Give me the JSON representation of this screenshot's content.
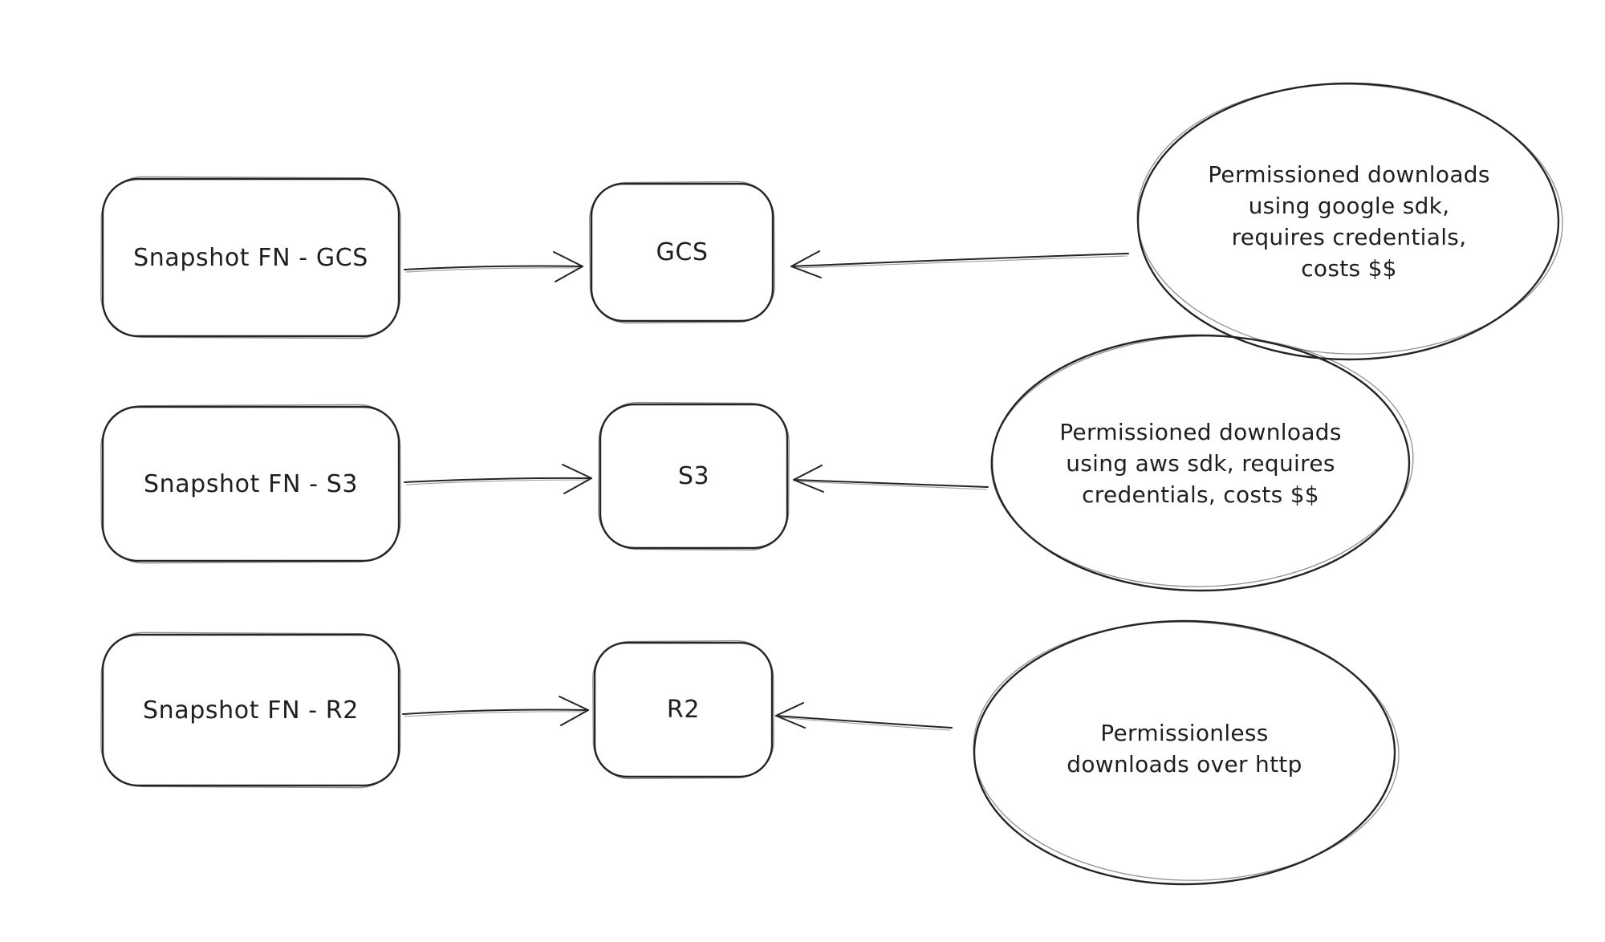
{
  "diagram": {
    "background_color": "#ffffff",
    "stroke_color": "#242424",
    "rows": [
      {
        "source_label": "Snapshot FN - GCS",
        "target_label": "GCS",
        "note_lines": [
          "Permissioned downloads",
          "using google sdk,",
          "requires credentials,",
          "costs $$"
        ]
      },
      {
        "source_label": "Snapshot FN - S3",
        "target_label": "S3",
        "note_lines": [
          "Permissioned downloads",
          "using aws sdk, requires",
          "credentials, costs $$"
        ]
      },
      {
        "source_label": "Snapshot FN - R2",
        "target_label": "R2",
        "note_lines": [
          "Permissionless",
          "downloads over http"
        ]
      }
    ]
  }
}
